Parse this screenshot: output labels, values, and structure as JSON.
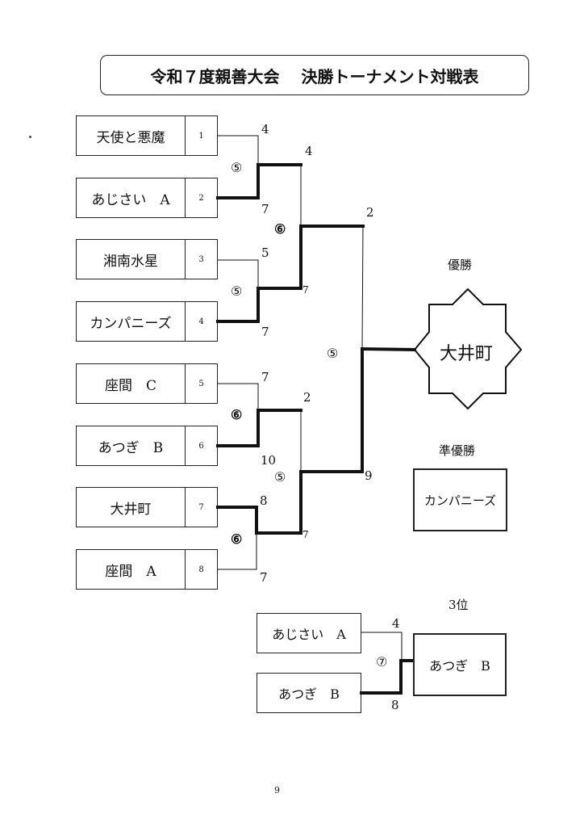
{
  "title": "令和７度親善大会　 決勝トーナメント対戦表",
  "teams": [
    {
      "name": "天使と悪魔",
      "seed": "1"
    },
    {
      "name": "あじさい　A",
      "seed": "2"
    },
    {
      "name": "湘南水星",
      "seed": "3"
    },
    {
      "name": "カンパニーズ",
      "seed": "4"
    },
    {
      "name": "座間　C",
      "seed": "5"
    },
    {
      "name": "あつぎ　B",
      "seed": "6"
    },
    {
      "name": "大井町",
      "seed": "7"
    },
    {
      "name": "座間　A",
      "seed": "8"
    }
  ],
  "round1": [
    {
      "court": "⑤",
      "top_score": "4",
      "bottom_score": "7",
      "winner": "bottom"
    },
    {
      "court": "⑤",
      "top_score": "5",
      "bottom_score": "7",
      "winner": "bottom"
    },
    {
      "court": "⑥",
      "top_score": "7",
      "bottom_score": "10",
      "winner": "bottom"
    },
    {
      "court": "⑥",
      "top_score": "8",
      "bottom_score": "7",
      "winner": "top"
    }
  ],
  "semifinals": [
    {
      "court": "⑥",
      "top_score": "4",
      "bottom_score": "7",
      "winner": "bottom"
    },
    {
      "court": "⑤",
      "top_score": "2",
      "bottom_score": "7",
      "winner": "bottom"
    }
  ],
  "final": {
    "court": "⑤",
    "top_score": "2",
    "bottom_score": "9",
    "winner": "bottom"
  },
  "champion": {
    "heading": "優勝",
    "name": "大井町"
  },
  "runner_up": {
    "heading": "準優勝",
    "name": "カンパニーズ"
  },
  "third_place": {
    "heading": "3位",
    "court": "⑦",
    "teams": [
      {
        "name": "あじさい　A",
        "score": "4"
      },
      {
        "name": "あつぎ　B",
        "score": "8"
      }
    ],
    "winner": "あつぎ　B"
  },
  "page_number": "9"
}
